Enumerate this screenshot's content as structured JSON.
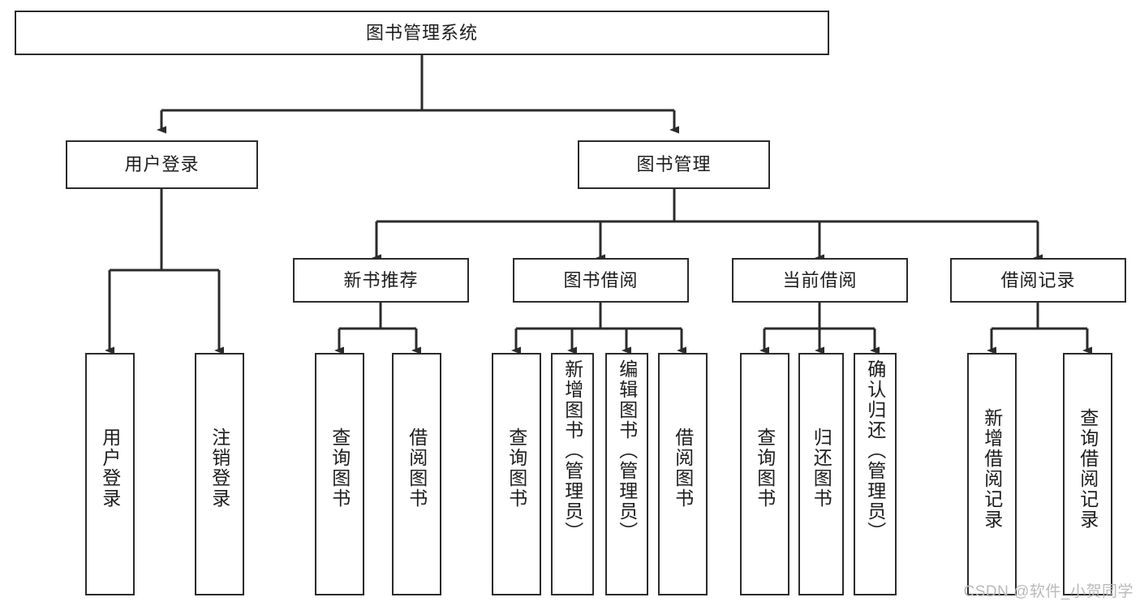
{
  "diagram": {
    "title": "图书管理系统",
    "type": "tree-hierarchy",
    "watermark": "CSDN @软件_小贺同学",
    "colors": {
      "background": "#ffffff",
      "box_border": "#2b2b2b",
      "box_fill": "#ffffff",
      "text": "#1d1d1d",
      "edge": "#2b2b2b",
      "watermark": "#b9b9b9"
    },
    "nodes": {
      "root": {
        "label": "图书管理系统"
      },
      "level2": [
        {
          "label": "用户登录"
        },
        {
          "label": "图书管理"
        }
      ],
      "level3": [
        {
          "label": "新书推荐"
        },
        {
          "label": "图书借阅"
        },
        {
          "label": "当前借阅"
        },
        {
          "label": "借阅记录"
        }
      ],
      "leaves": {
        "user_login": [
          {
            "label": "用户登录"
          },
          {
            "label": "注销登录"
          }
        ],
        "new_book_rec": [
          {
            "label": "查询图书"
          },
          {
            "label": "借阅图书"
          }
        ],
        "book_borrow": [
          {
            "label": "查询图书"
          },
          {
            "label": "新增图书（管理员）"
          },
          {
            "label": "编辑图书（管理员）"
          },
          {
            "label": "借阅图书"
          }
        ],
        "current_borrow": [
          {
            "label": "查询图书"
          },
          {
            "label": "归还图书"
          },
          {
            "label": "确认归还（管理员）"
          }
        ],
        "borrow_record": [
          {
            "label": "新增借阅记录"
          },
          {
            "label": "查询借阅记录"
          }
        ]
      }
    }
  }
}
